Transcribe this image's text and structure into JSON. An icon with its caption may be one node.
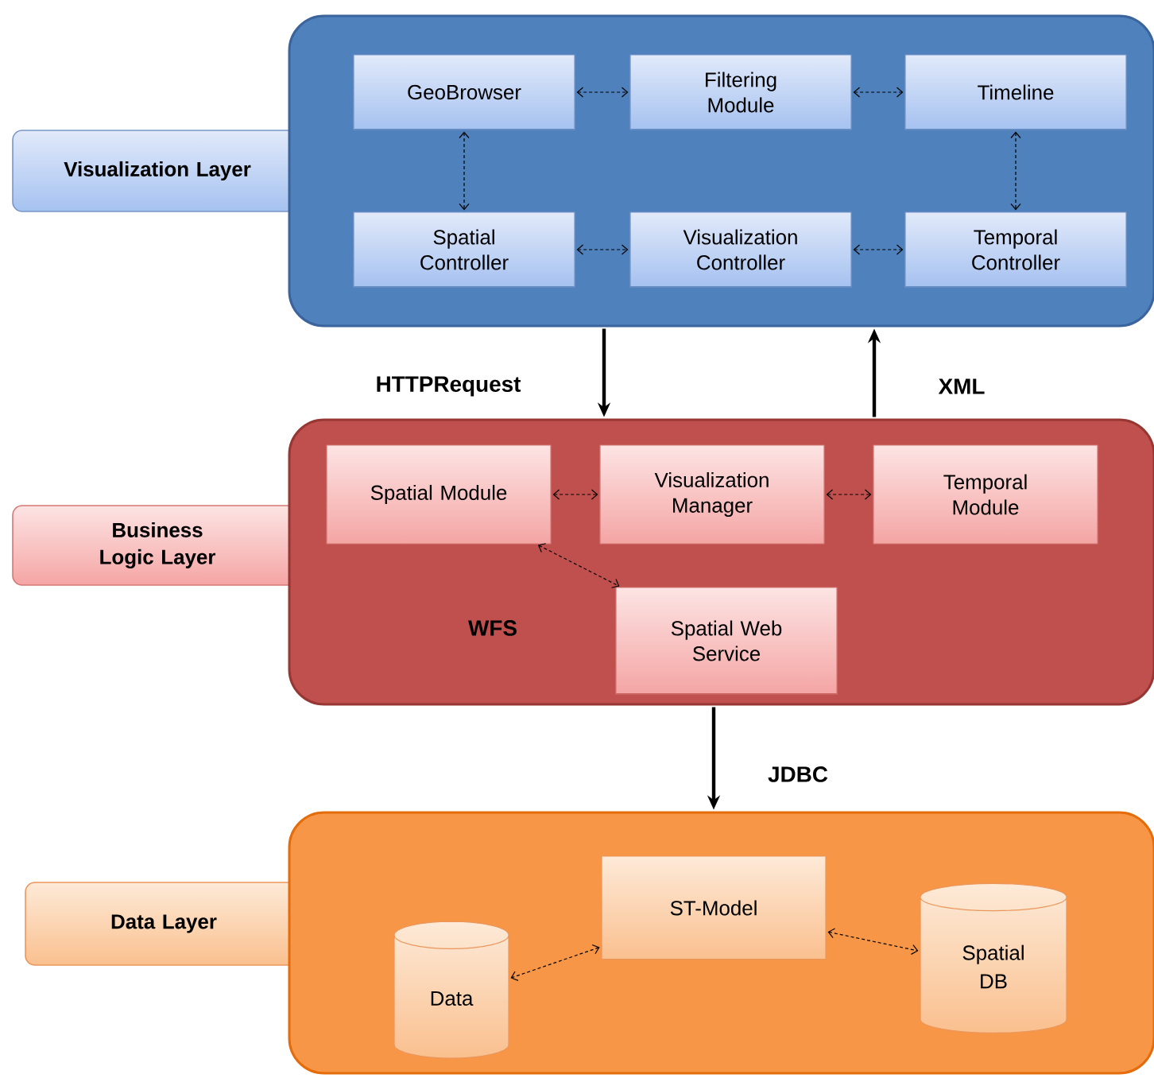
{
  "diagram": {
    "nodes": [
      {
        "text": [
          "Visualization Layer"
        ]
      },
      {
        "text": [
          "GeoBrowser"
        ],
        "in": 0
      },
      {
        "text": [
          "Filtering Module"
        ],
        "in": 0
      },
      {
        "text": [
          "Timeline"
        ],
        "in": 0
      },
      {
        "text": [
          "Spatial Controller"
        ],
        "in": 0
      },
      {
        "text": [
          "Visualization Controller"
        ],
        "in": 0
      },
      {
        "text": [
          "Temporal Controller"
        ],
        "in": 0
      },
      {
        "text": [
          "Business Logic Layer"
        ]
      },
      {
        "text": [
          "Spatial Module"
        ],
        "in": 7
      },
      {
        "text": [
          "Visualization Manager"
        ],
        "in": 7
      },
      {
        "text": [
          "Temporal Module"
        ],
        "in": 7
      },
      {
        "text": [
          "Spatial Web Service"
        ],
        "in": 7
      },
      {
        "text": [
          "Data Layer"
        ]
      },
      {
        "text": [
          "ST-Model"
        ],
        "in": 12
      },
      {
        "text": [
          "Data"
        ],
        "in": 12
      },
      {
        "text": [
          "Spatial DB"
        ],
        "in": 12
      }
    ],
    "edges": [
      {
        "from": 1,
        "to": 2,
        "arrow": "both",
        "style": "dashed"
      },
      {
        "from": 2,
        "to": 3,
        "arrow": "both",
        "style": "dashed"
      },
      {
        "from": 1,
        "to": 4,
        "arrow": "both",
        "style": "dashed"
      },
      {
        "from": 3,
        "to": 6,
        "arrow": "both",
        "style": "dashed"
      },
      {
        "from": 4,
        "to": 5,
        "arrow": "both",
        "style": "dashed"
      },
      {
        "from": 5,
        "to": 6,
        "arrow": "both",
        "style": "dashed"
      },
      {
        "from": 0,
        "to": 7,
        "arrow": "to",
        "label": "HTTPRequest",
        "style": "thick"
      },
      {
        "from": 7,
        "to": 0,
        "arrow": "to",
        "label": "XML",
        "style": "thick"
      },
      {
        "from": 8,
        "to": 9,
        "arrow": "both",
        "style": "dashed"
      },
      {
        "from": 9,
        "to": 10,
        "arrow": "both",
        "style": "dashed"
      },
      {
        "from": 8,
        "to": 11,
        "arrow": "both",
        "label": "WFS",
        "style": "dashed"
      },
      {
        "from": 7,
        "to": 12,
        "arrow": "to",
        "label": "JDBC",
        "style": "thick"
      },
      {
        "from": 13,
        "to": 14,
        "arrow": "both",
        "style": "dashed"
      },
      {
        "from": 13,
        "to": 15,
        "arrow": "both",
        "style": "dashed"
      }
    ]
  }
}
